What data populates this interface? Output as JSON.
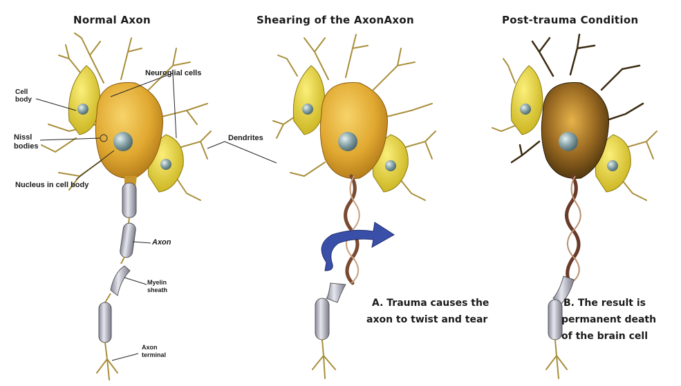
{
  "titles": {
    "normal": "Normal Axon",
    "shearing": "Shearing of the AxonAxon",
    "post": "Post-trauma Condition"
  },
  "labels": {
    "cell_body": "Cell\nbody",
    "neuroglial": "Neuroglial cells",
    "nissl": "Nissl\nbodies",
    "dendrites": "Dendrites",
    "nucleus": "Nucleus in cell body",
    "axon": "Axon",
    "myelin": "Myelin\nsheath",
    "terminal": "Axon\nterminal"
  },
  "captions": {
    "a_line1": "A. Trauma causes the",
    "a_line2": "axon to twist and tear",
    "b_line1": "B. The result is",
    "b_line2": "permanent death",
    "b_line3": "of the brain cell"
  },
  "colors": {
    "soma": "#e0a830",
    "glia": "#e8d232",
    "nucleus": "#6f8f95",
    "myelin": "#b9b9c6",
    "arrow": "#3a4fa8",
    "dead_soma": "#6a4a20"
  }
}
